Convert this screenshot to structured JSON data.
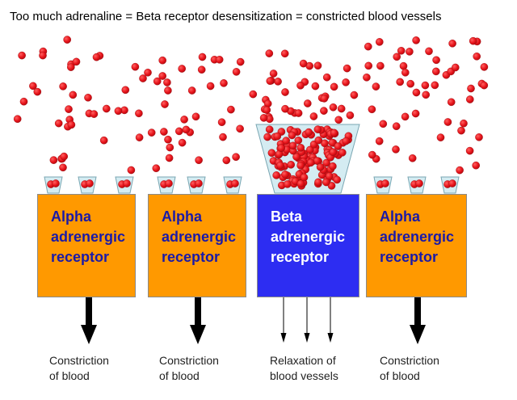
{
  "title": "Too much adrenaline = Beta receptor desensitization = constricted blood vessels",
  "receptors": [
    {
      "line1": "Alpha",
      "line2": "adrenergic",
      "line3": "receptor",
      "kind": "alpha"
    },
    {
      "line1": "Alpha",
      "line2": "adrenergic",
      "line3": "receptor",
      "kind": "alpha"
    },
    {
      "line1": "Beta",
      "line2": "adrenergic",
      "line3": "receptor",
      "kind": "beta"
    },
    {
      "line1": "Alpha",
      "line2": "adrenergic",
      "line3": "receptor",
      "kind": "alpha"
    }
  ],
  "captions": [
    {
      "line1": "Constriction",
      "line2": "of blood"
    },
    {
      "line1": "Constriction",
      "line2": "of blood"
    },
    {
      "line1": "Relaxation of",
      "line2": "blood vessels"
    },
    {
      "line1": "Constriction",
      "line2": "of blood"
    }
  ],
  "colors": {
    "alpha_receptor": "#ff9900",
    "beta_receptor": "#2d2df2",
    "alpha_text": "#1a1aa8",
    "beta_text": "#ffffff",
    "adrenaline_molecule": "#e8141b",
    "cup": "#d4ecf2"
  }
}
